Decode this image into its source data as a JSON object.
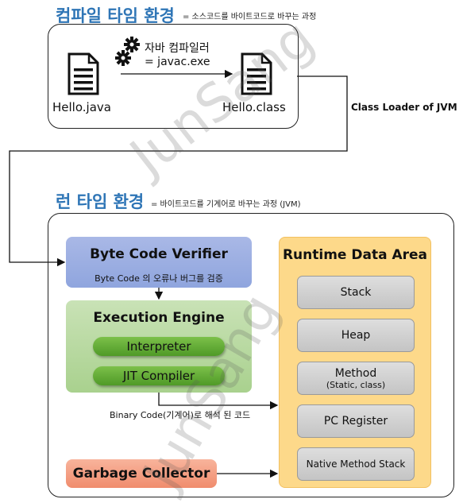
{
  "compile_env": {
    "title": "컴파일 타임 환경",
    "subtitle": "= 소스코드를 바이트코드로 바꾸는 과정",
    "source_file": "Hello.java",
    "class_file": "Hello.class",
    "compiler_name": "자바 컴파일러",
    "compiler_cmd": "= javac.exe"
  },
  "loader_label": "Class Loader of JVM",
  "runtime_env": {
    "title": "런 타임 환경",
    "subtitle": "= 바이트코드를 기계어로 바꾸는 과정 (JVM)",
    "verifier": {
      "title": "Byte Code Verifier",
      "subtitle": "Byte Code 의 오류나 버그를 검증"
    },
    "engine": {
      "title": "Execution Engine",
      "interpreter": "Interpreter",
      "jit": "JIT Compiler"
    },
    "binary_label": "Binary Code(기계어)로 해석 된 코드",
    "gc": "Garbage Collector",
    "data_area": {
      "title": "Runtime Data Area",
      "stack": "Stack",
      "heap": "Heap",
      "method": "Method",
      "method_sub": "(Static, class)",
      "pc": "PC Register",
      "native": "Native Method Stack"
    }
  },
  "watermark": "JunSang",
  "colors": {
    "title_blue": "#2e75b6",
    "verifier": "#8fa5de",
    "engine": "#a9d18e",
    "pill_green": "#4f9a27",
    "gc": "#f08c6d",
    "data_area": "#fdd98a",
    "memory_gray": "#c4c4c4"
  }
}
